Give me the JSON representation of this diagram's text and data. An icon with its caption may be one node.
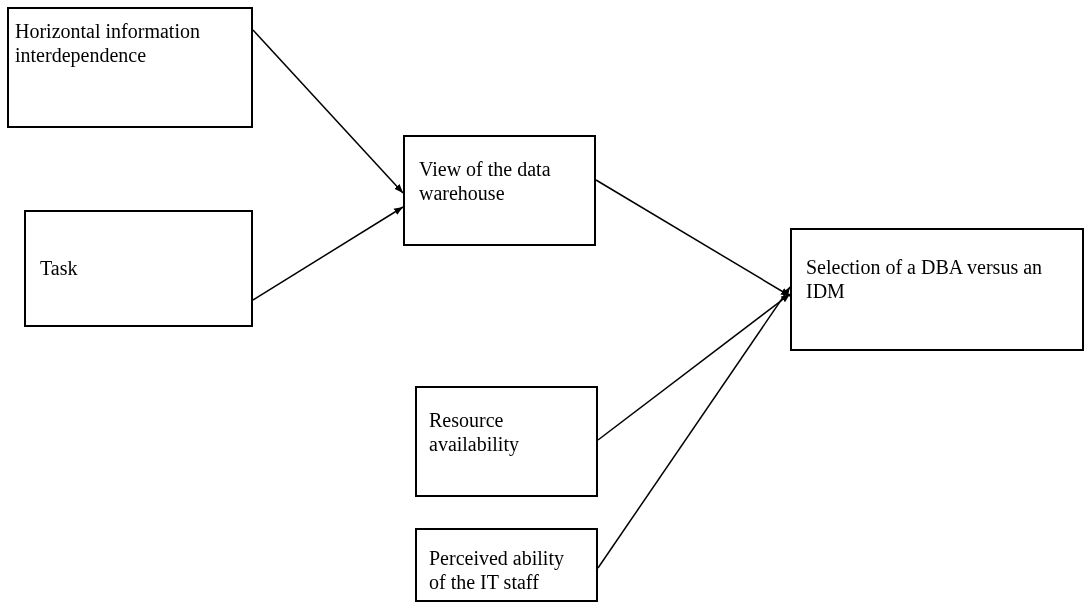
{
  "diagram": {
    "nodes": [
      {
        "text": [
          "Horizontal information interdependence"
        ]
      },
      {
        "text": [
          "Task"
        ]
      },
      {
        "text": [
          "View of the data warehouse"
        ]
      },
      {
        "text": [
          "Selection of a DBA versus an IDM"
        ]
      },
      {
        "text": [
          "Resource availability"
        ]
      },
      {
        "text": [
          "Perceived ability of the IT staff"
        ]
      }
    ],
    "edges": [
      {
        "from": 0,
        "to": 2,
        "arrow": "to"
      },
      {
        "from": 1,
        "to": 2,
        "arrow": "to"
      },
      {
        "from": 2,
        "to": 3,
        "arrow": "to"
      },
      {
        "from": 4,
        "to": 3,
        "arrow": "to"
      },
      {
        "from": 5,
        "to": 3,
        "arrow": "to"
      }
    ]
  }
}
